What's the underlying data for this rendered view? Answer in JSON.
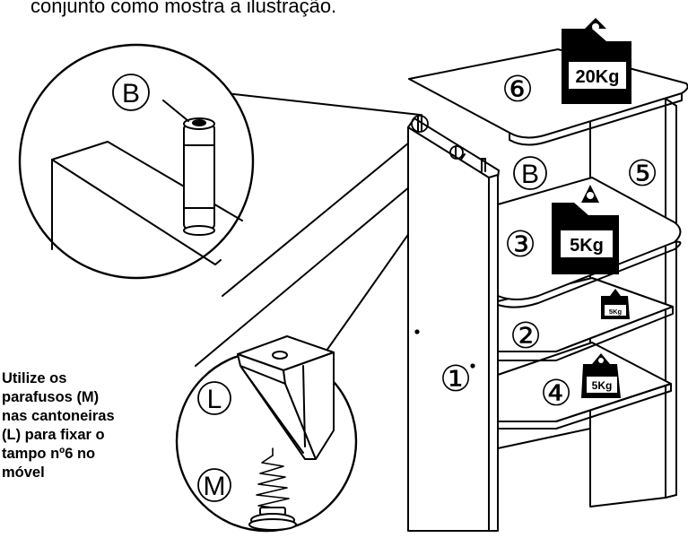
{
  "caption": "conjunto como mostra a ilustração.",
  "note_lines": [
    "Utilize os",
    "parafusos (M)",
    "nas cantoneiras",
    "(L) para fixar o",
    "tampo nº6 no",
    "móvel"
  ],
  "callouts": {
    "pin_zoom": "B",
    "pin_main": "B",
    "bracket": "L",
    "screw": "M",
    "top": "⑥",
    "back": "⑤",
    "shelf_upper": "③",
    "shelf_middle": "②",
    "shelf_lower": "④",
    "side": "①"
  },
  "weights": {
    "top": "20Kg",
    "shelf_upper": "5Kg",
    "shelf_middle": "5Kg",
    "shelf_lower": "5Kg"
  }
}
